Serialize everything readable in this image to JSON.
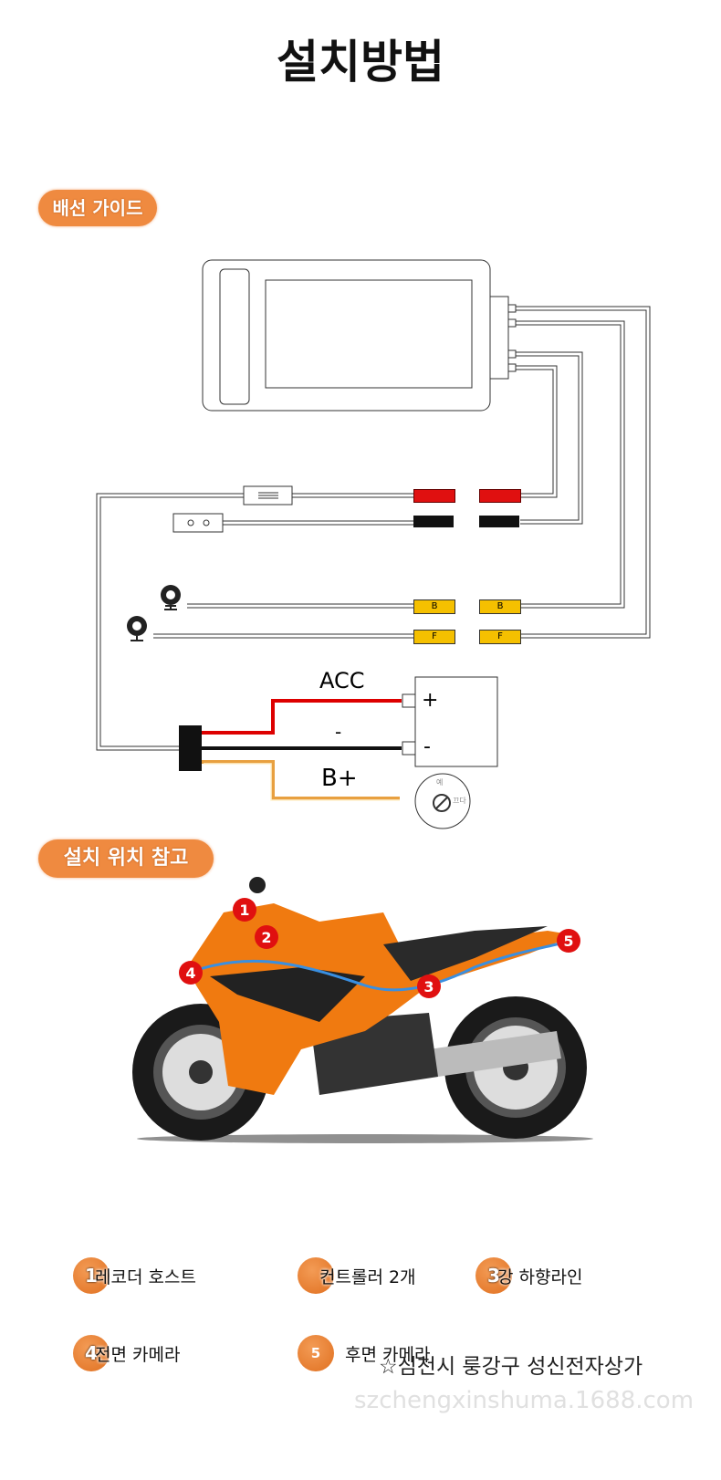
{
  "title": "설치방법",
  "sections": {
    "wiring": "배선 가이드",
    "install": "설치 위치 참고"
  },
  "diagram": {
    "plug_b": "B",
    "plug_f": "F",
    "acc": "ACC",
    "minus": "-",
    "bplus": "B+",
    "battery_plus": "+",
    "battery_minus": "-",
    "key_on": "예",
    "key_off": "끄다"
  },
  "markers": [
    "1",
    "2",
    "3",
    "4",
    "5"
  ],
  "legend": [
    {
      "num": "1",
      "label": "레코더 호스트"
    },
    {
      "num": "",
      "label": "컨트롤러 2개"
    },
    {
      "num": "3",
      "label": "강 하향라인"
    },
    {
      "num": "4",
      "label": "전면 카메라"
    },
    {
      "num": "5",
      "label": "후면 카메라"
    }
  ],
  "overlay": "☆심천시 룽강구 성신전자상가",
  "watermark": "szchengxinshuma.1688.com",
  "colors": {
    "accent": "#ef8a40",
    "red": "#e01010",
    "yellow": "#f5c000",
    "blue": "#3a8fe0"
  }
}
